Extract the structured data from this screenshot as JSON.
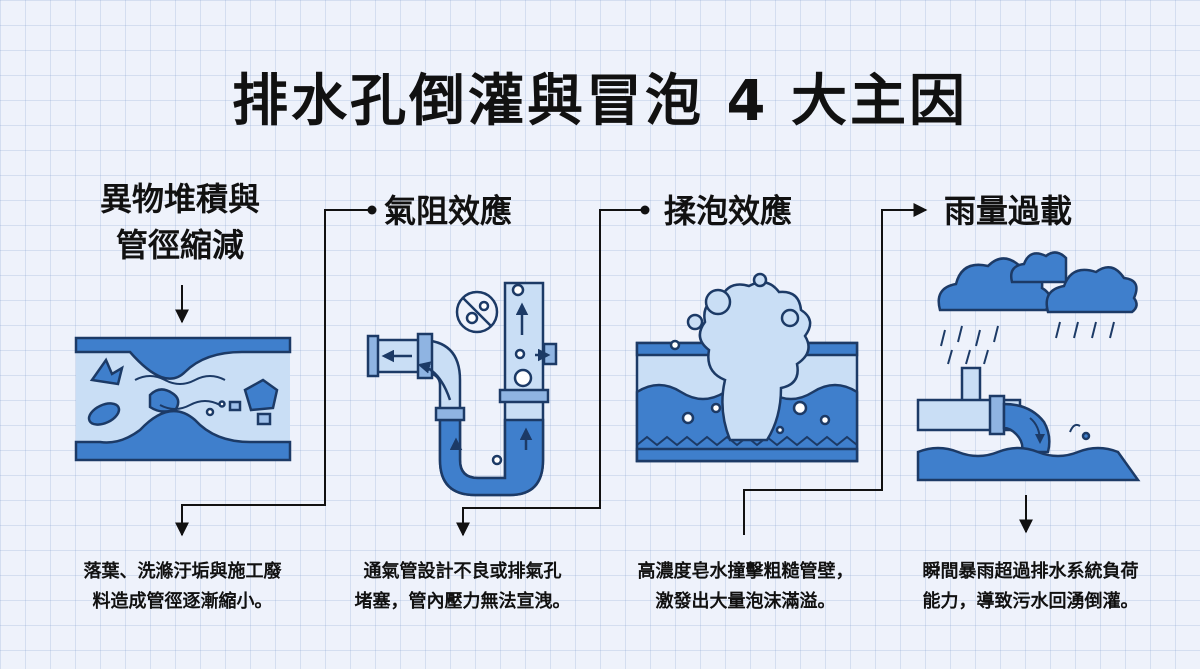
{
  "title": "排水孔倒灌與冒泡 4 大主因",
  "causes": [
    {
      "heading_line1": "異物堆積與",
      "heading_line2": "管徑縮減",
      "caption_line1": "落葉、洗滌汙垢與施工廢",
      "caption_line2": "料造成管徑逐漸縮小。",
      "icon": "clogged-pipe-icon"
    },
    {
      "heading_line1": "氣阻效應",
      "caption_line1": "通氣管設計不良或排氣孔",
      "caption_line2": "堵塞，管內壓力無法宣洩。",
      "icon": "p-trap-air-lock-icon"
    },
    {
      "heading_line1": "揉泡效應",
      "caption_line1": "高濃度皂水撞擊粗糙管壁，",
      "caption_line2": "激發出大量泡沫滿溢。",
      "icon": "foam-overflow-icon"
    },
    {
      "heading_line1": "雨量過載",
      "caption_line1": "瞬間暴雨超過排水系統負荷",
      "caption_line2": "能力，導致污水回湧倒灌。",
      "icon": "rain-overload-icon"
    }
  ],
  "colors": {
    "pipe_blue": "#3f7fcc",
    "light_blue": "#c9def5",
    "outline": "#1c3a66",
    "background": "#eef2fb"
  }
}
